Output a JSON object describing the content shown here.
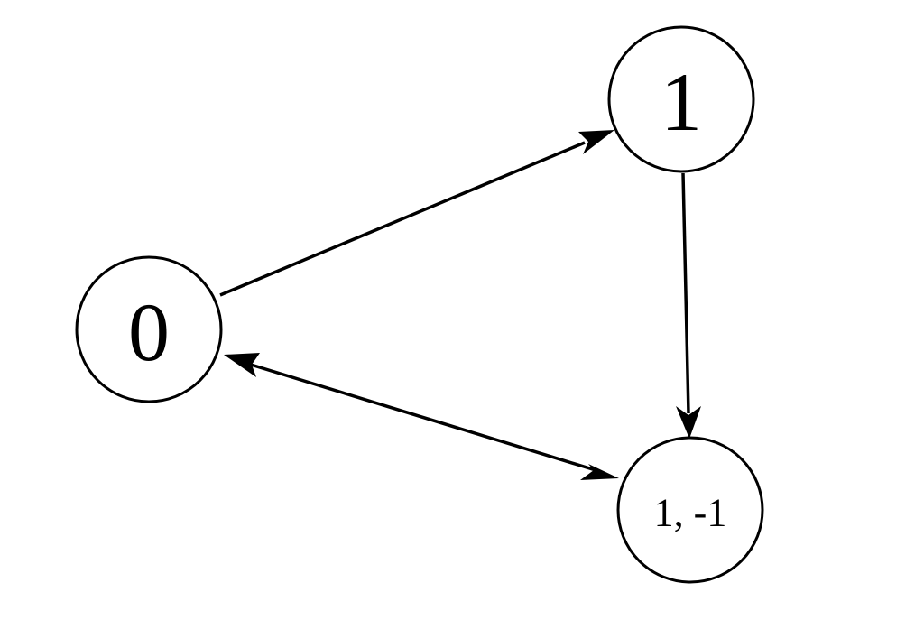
{
  "diagram": {
    "type": "directed-graph",
    "nodes": [
      {
        "id": "n0",
        "label": "0"
      },
      {
        "id": "n1",
        "label": "1"
      },
      {
        "id": "n2",
        "label": "1, -1"
      }
    ],
    "edges": [
      {
        "from": "n0",
        "to": "n1",
        "direction": "forward"
      },
      {
        "from": "n1",
        "to": "n2",
        "direction": "forward"
      },
      {
        "from": "n0",
        "to": "n2",
        "direction": "both"
      }
    ],
    "colors": {
      "stroke": "#000000",
      "fill": "#ffffff",
      "background": "#ffffff"
    }
  }
}
